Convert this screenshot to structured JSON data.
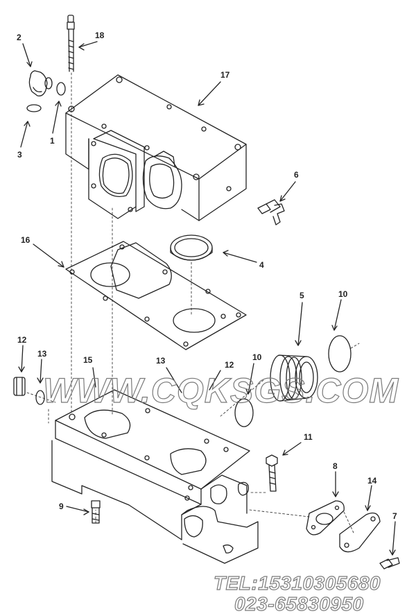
{
  "callouts": {
    "c1": "1",
    "c2": "2",
    "c3": "3",
    "c4": "4",
    "c5": "5",
    "c6": "6",
    "c7": "7",
    "c8": "8",
    "c9": "9",
    "c10a": "10",
    "c10b": "10",
    "c11": "11",
    "c12a": "12",
    "c12b": "12",
    "c13a": "13",
    "c13b": "13",
    "c14": "14",
    "c15": "15",
    "c16": "16",
    "c17": "17",
    "c18": "18"
  },
  "watermark": {
    "website": "WWW.CQKSGS.COM",
    "tel": "TEL:15310305680",
    "phone2": "023-65830950"
  },
  "colors": {
    "line": "#222222",
    "watermark": "#7a7a7a",
    "background": "#ffffff"
  }
}
